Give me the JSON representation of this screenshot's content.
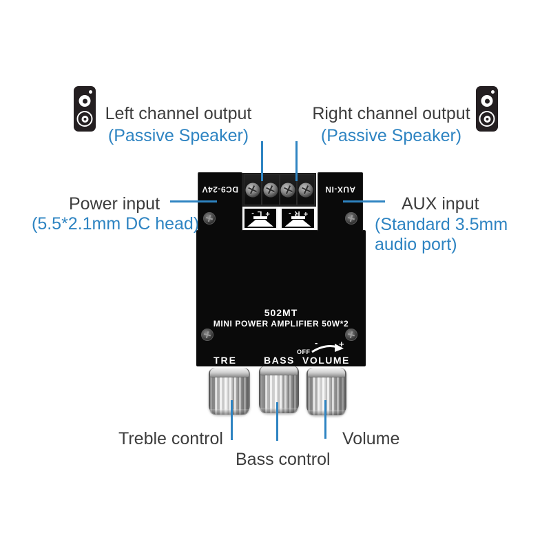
{
  "colors": {
    "accent_blue": "#2e84c2",
    "text_dark": "#3d3d3d",
    "board_black": "#0a0a0a"
  },
  "callouts": {
    "left_output": {
      "title": "Left channel output",
      "subtitle": "(Passive Speaker)"
    },
    "right_output": {
      "title": "Right channel output",
      "subtitle": "(Passive Speaker)"
    },
    "power_input": {
      "title": "Power input",
      "subtitle": "(5.5*2.1mm DC head)"
    },
    "aux_input": {
      "title": "AUX input",
      "subtitle_line1": "(Standard 3.5mm",
      "subtitle_line2": "audio port)"
    },
    "treble": {
      "label": "Treble control"
    },
    "bass": {
      "label": "Bass control"
    },
    "volume": {
      "label": "Volume"
    }
  },
  "board": {
    "model": "502MT",
    "title": "MINI POWER AMPLIFIER 50W*2",
    "power_port_label": "DC9-24V",
    "aux_port_label": "AUX-IN",
    "terminal_left_label": "+ L -",
    "terminal_right_label": "+ R -",
    "knob_labels": {
      "treble": "TRE",
      "bass": "BASS",
      "volume": "VOLUME"
    },
    "volume_markings": {
      "off": "OFF",
      "min": "-",
      "max": "+"
    }
  }
}
